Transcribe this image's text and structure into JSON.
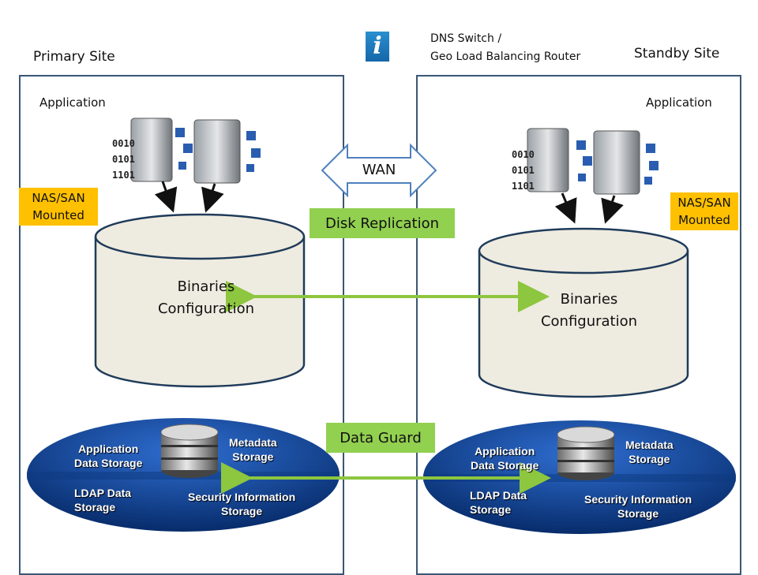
{
  "primary": {
    "title": "Primary Site",
    "application": "Application",
    "nas_line1": "NAS/SAN",
    "nas_line2": "Mounted",
    "cyl_line1": "Binaries",
    "cyl_line2": "Configuration",
    "db": {
      "app_data": [
        "Application",
        "Data Storage"
      ],
      "metadata": [
        "Metadata",
        "Storage"
      ],
      "ldap": [
        "LDAP Data",
        "Storage"
      ],
      "security": [
        "Security Information",
        "Storage"
      ]
    }
  },
  "standby": {
    "title": "Standby Site",
    "application": "Application",
    "nas_line1": "NAS/SAN",
    "nas_line2": "Mounted",
    "cyl_line1": "Binaries",
    "cyl_line2": "Configuration",
    "db": {
      "app_data": [
        "Application",
        "Data Storage"
      ],
      "metadata": [
        "Metadata",
        "Storage"
      ],
      "ldap": [
        "LDAP Data",
        "Storage"
      ],
      "security": [
        "Security Information",
        "Storage"
      ]
    }
  },
  "router": {
    "line1": "DNS Switch /",
    "line2": "Geo Load Balancing  Router",
    "icon": "info-icon"
  },
  "wan_label": "WAN",
  "disk_replication": "Disk Replication",
  "data_guard": "Data  Guard",
  "server_digits": [
    "0010",
    "0101",
    "1101"
  ],
  "colors": {
    "box_border": "#3a5674",
    "nas_tag": "#ffc000",
    "green_label": "#92d050",
    "arrow": "#8dc63f",
    "cylinder_fill": "#eeebe0",
    "cylinder_stroke": "#1f3b5a",
    "db_ellipse": "#0d3f8a"
  }
}
